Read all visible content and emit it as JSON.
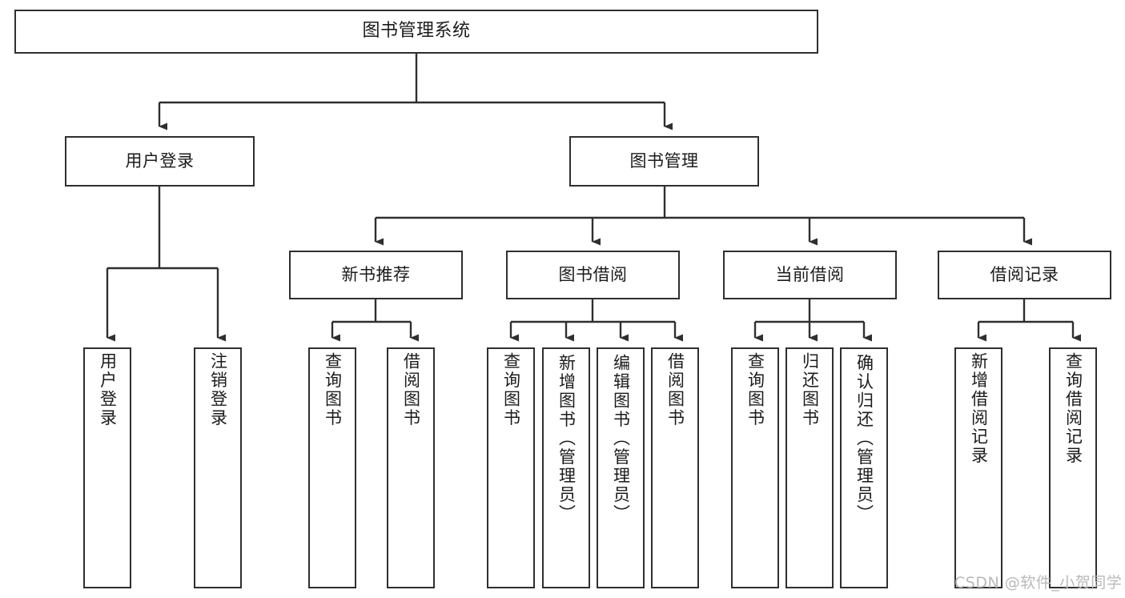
{
  "diagram": {
    "title": "图书管理系统",
    "type": "tree-hierarchy",
    "root": {
      "label": "图书管理系统"
    },
    "level2": [
      {
        "label": "用户登录"
      },
      {
        "label": "图书管理"
      }
    ],
    "level3": [
      {
        "label": "新书推荐"
      },
      {
        "label": "图书借阅"
      },
      {
        "label": "当前借阅"
      },
      {
        "label": "借阅记录"
      }
    ],
    "leaves": {
      "user_login": [
        {
          "label": "用户登录"
        },
        {
          "label": "注销登录"
        }
      ],
      "new_book": [
        {
          "label": "查询图书"
        },
        {
          "label": "借阅图书"
        }
      ],
      "book_borrow": [
        {
          "label": "查询图书"
        },
        {
          "label": "新增图书（管理员）"
        },
        {
          "label": "编辑图书（管理员）"
        },
        {
          "label": "借阅图书"
        }
      ],
      "current_borrow": [
        {
          "label": "查询图书"
        },
        {
          "label": "归还图书"
        },
        {
          "label": "确认归还（管理员）"
        }
      ],
      "borrow_record": [
        {
          "label": "新增借阅记录"
        },
        {
          "label": "查询借阅记录"
        }
      ]
    }
  },
  "watermark": {
    "text": "CSDN @软件_小贺同学"
  },
  "colors": {
    "stroke": "#2f2f2f",
    "fill": "#ffffff",
    "text": "#1b1b1b",
    "watermark": "#b9b9b9"
  }
}
